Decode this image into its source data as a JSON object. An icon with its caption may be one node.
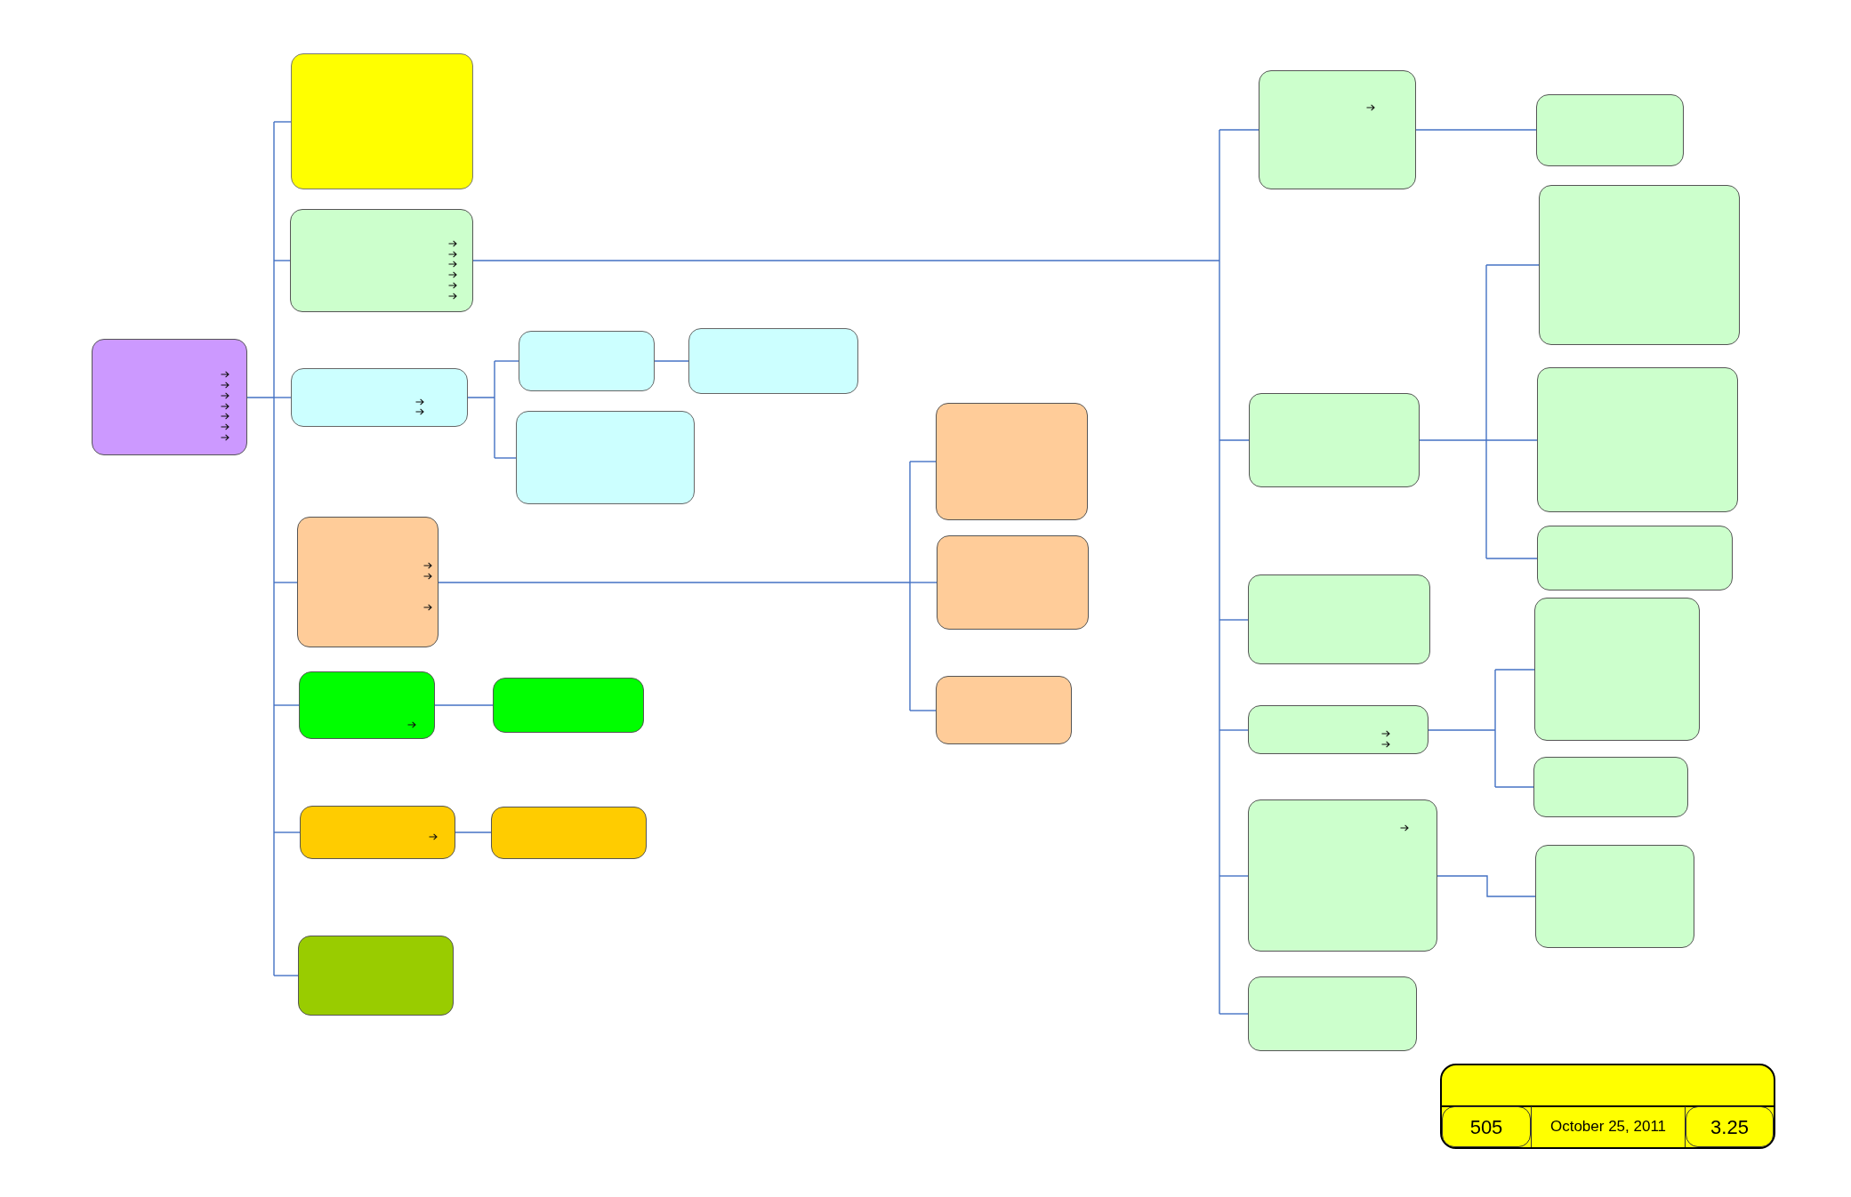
{
  "diagram": {
    "nodes": [
      {
        "text": [],
        "shape": "box"
      },
      {
        "text": [],
        "shape": "box"
      },
      {
        "text": [],
        "shape": "box"
      },
      {
        "text": [],
        "shape": "box"
      },
      {
        "text": [],
        "shape": "box"
      },
      {
        "text": [],
        "shape": "box"
      },
      {
        "text": [],
        "shape": "box"
      },
      {
        "text": [],
        "shape": "box"
      },
      {
        "text": [],
        "shape": "box"
      },
      {
        "text": [],
        "shape": "box"
      },
      {
        "text": [],
        "shape": "box"
      },
      {
        "text": [],
        "shape": "box"
      },
      {
        "text": [],
        "shape": "box"
      },
      {
        "text": [],
        "shape": "box"
      },
      {
        "text": [],
        "shape": "box"
      },
      {
        "text": [],
        "shape": "box"
      },
      {
        "text": [],
        "shape": "box"
      },
      {
        "text": [],
        "shape": "box"
      },
      {
        "text": [],
        "shape": "box"
      },
      {
        "text": [],
        "shape": "box"
      },
      {
        "text": [],
        "shape": "box"
      },
      {
        "text": [],
        "shape": "box"
      },
      {
        "text": [],
        "shape": "box"
      },
      {
        "text": [],
        "shape": "box"
      },
      {
        "text": [],
        "shape": "box"
      },
      {
        "text": [],
        "shape": "box"
      },
      {
        "text": [],
        "shape": "box"
      },
      {
        "text": [],
        "shape": "box"
      },
      {
        "text": [],
        "shape": "box"
      },
      {
        "text": [],
        "shape": "box"
      },
      {
        "text": [
          "505"
        ],
        "in": 29
      },
      {
        "text": [
          "October 25, 2011"
        ],
        "in": 29
      },
      {
        "text": [
          "3.25"
        ],
        "in": 29
      }
    ],
    "edges": [
      {
        "from": 0,
        "to": 1,
        "arrow": "none"
      },
      {
        "from": 0,
        "to": 2,
        "arrow": "none"
      },
      {
        "from": 0,
        "to": 3,
        "arrow": "none"
      },
      {
        "from": 0,
        "to": 7,
        "arrow": "none"
      },
      {
        "from": 0,
        "to": 8,
        "arrow": "none"
      },
      {
        "from": 0,
        "to": 10,
        "arrow": "none"
      },
      {
        "from": 0,
        "to": 12,
        "arrow": "none"
      },
      {
        "from": 3,
        "to": 4,
        "arrow": "none"
      },
      {
        "from": 3,
        "to": 6,
        "arrow": "none"
      },
      {
        "from": 4,
        "to": 5,
        "arrow": "none"
      },
      {
        "from": 7,
        "to": 13,
        "arrow": "none"
      },
      {
        "from": 7,
        "to": 14,
        "arrow": "none"
      },
      {
        "from": 7,
        "to": 15,
        "arrow": "none"
      },
      {
        "from": 8,
        "to": 9,
        "arrow": "none"
      },
      {
        "from": 10,
        "to": 11,
        "arrow": "none"
      },
      {
        "from": 2,
        "to": 16,
        "arrow": "none"
      },
      {
        "from": 2,
        "to": 19,
        "arrow": "none"
      },
      {
        "from": 2,
        "to": 22,
        "arrow": "none"
      },
      {
        "from": 2,
        "to": 23,
        "arrow": "none"
      },
      {
        "from": 2,
        "to": 26,
        "arrow": "none"
      },
      {
        "from": 2,
        "to": 28,
        "arrow": "none"
      },
      {
        "from": 16,
        "to": 17,
        "arrow": "none"
      },
      {
        "from": 19,
        "to": 18,
        "arrow": "none"
      },
      {
        "from": 19,
        "to": 20,
        "arrow": "none"
      },
      {
        "from": 19,
        "to": 21,
        "arrow": "none"
      },
      {
        "from": 23,
        "to": 24,
        "arrow": "none"
      },
      {
        "from": 23,
        "to": 25,
        "arrow": "none"
      },
      {
        "from": 26,
        "to": 27,
        "arrow": "none"
      }
    ]
  }
}
